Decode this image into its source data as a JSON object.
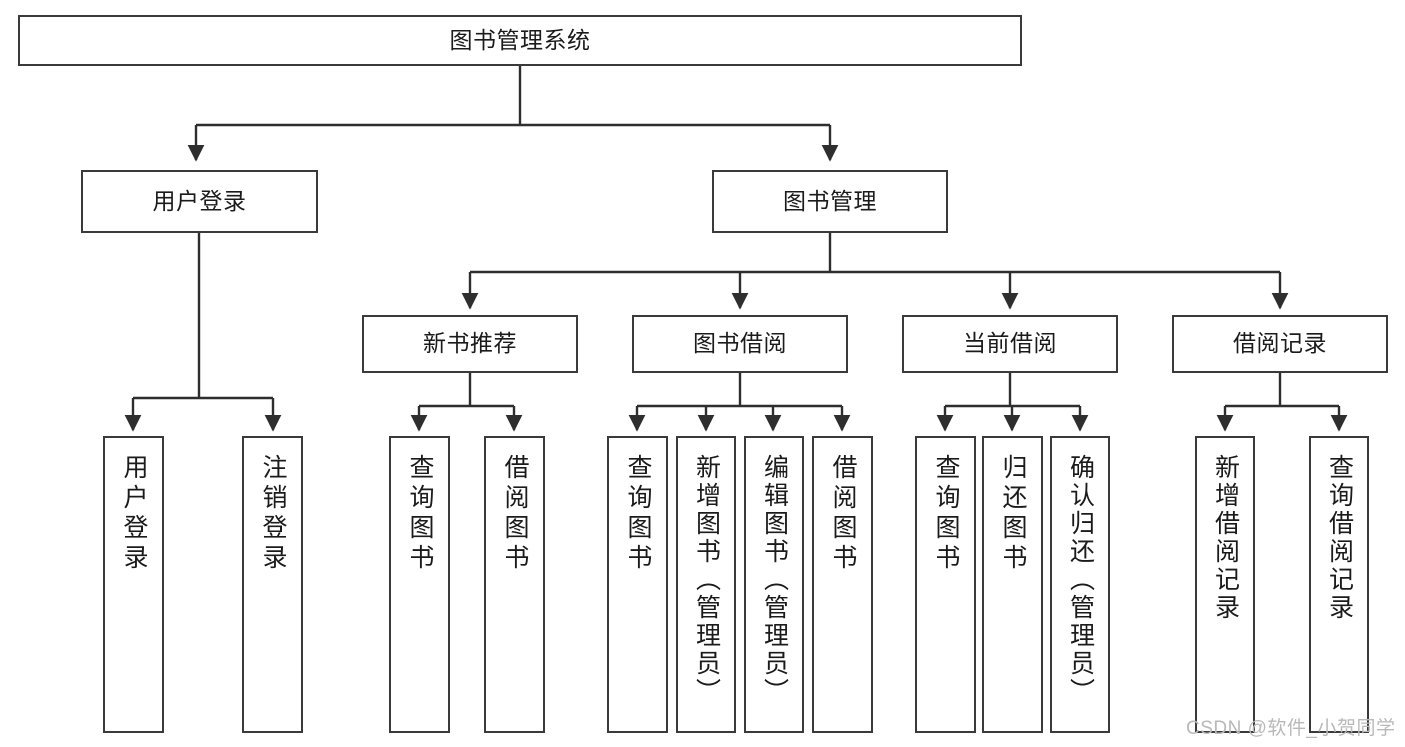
{
  "diagram": {
    "type": "hierarchy-tree",
    "title": "图书管理系统",
    "root": {
      "label": "图书管理系统",
      "name": "node-root-library-management-system"
    },
    "level1": [
      {
        "label": "用户登录",
        "name": "node-user-login"
      },
      {
        "label": "图书管理",
        "name": "node-book-management"
      }
    ],
    "level2": [
      {
        "label": "新书推荐",
        "name": "node-new-book-recommendation"
      },
      {
        "label": "图书借阅",
        "name": "node-book-borrowing"
      },
      {
        "label": "当前借阅",
        "name": "node-current-borrowing"
      },
      {
        "label": "借阅记录",
        "name": "node-borrowing-records"
      }
    ],
    "leaves": {
      "user_login": [
        {
          "label": "用户登录",
          "name": "leaf-user-login"
        },
        {
          "label": "注销登录",
          "name": "leaf-logout"
        }
      ],
      "new_book_recommendation": [
        {
          "label": "查询图书",
          "name": "leaf-query-books-recommend"
        },
        {
          "label": "借阅图书",
          "name": "leaf-borrow-books-recommend"
        }
      ],
      "book_borrowing": [
        {
          "label": "查询图书",
          "name": "leaf-query-books-borrow"
        },
        {
          "label": "新增图书（管理员）",
          "name": "leaf-add-book-admin"
        },
        {
          "label": "编辑图书（管理员）",
          "name": "leaf-edit-book-admin"
        },
        {
          "label": "借阅图书",
          "name": "leaf-borrow-book"
        }
      ],
      "current_borrowing": [
        {
          "label": "查询图书",
          "name": "leaf-query-books-current"
        },
        {
          "label": "归还图书",
          "name": "leaf-return-book"
        },
        {
          "label": "确认归还（管理员）",
          "name": "leaf-confirm-return-admin"
        }
      ],
      "borrowing_records": [
        {
          "label": "新增借阅记录",
          "name": "leaf-add-borrow-record"
        },
        {
          "label": "查询借阅记录",
          "name": "leaf-query-borrow-record"
        }
      ]
    }
  },
  "watermark": {
    "text": "CSDN @软件_小贺同学"
  },
  "colors": {
    "stroke": "#3a3a3a",
    "background": "#ffffff",
    "text": "#1b1b1b",
    "watermark": "#b9b9b9"
  }
}
